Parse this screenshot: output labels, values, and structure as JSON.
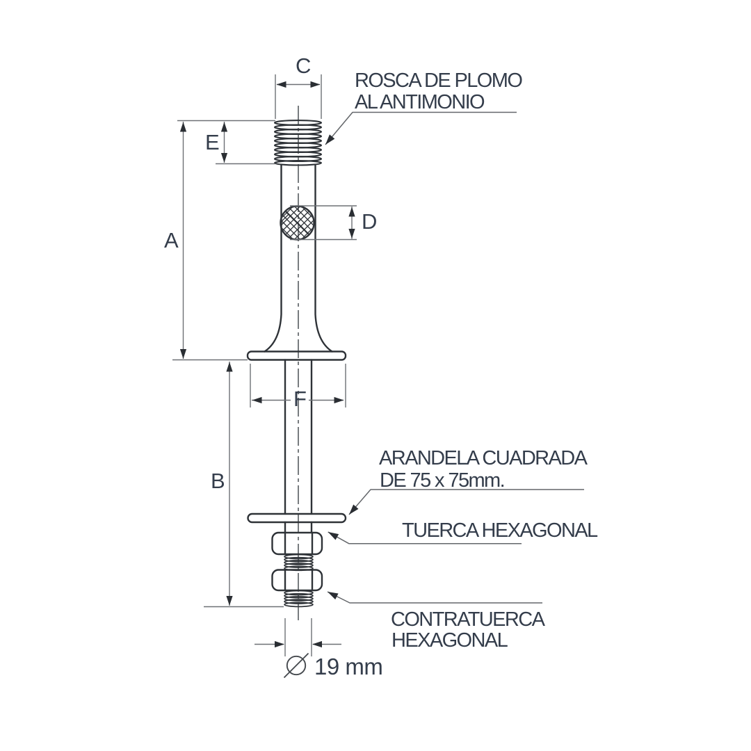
{
  "drawing": {
    "background": "#ffffff",
    "colors": {
      "object_line": "#2e3237",
      "dimension_line": "#6d7075",
      "text": "#343d4b"
    },
    "dim_labels": {
      "A": "A",
      "B": "B",
      "C": "C",
      "D": "D",
      "E": "E",
      "F": "F"
    },
    "diameter": {
      "symbol": "Ø",
      "value": "19 mm",
      "label": "Ø 19 mm"
    },
    "callouts": {
      "rosca": {
        "line1": "ROSCA DE PLOMO",
        "line2": "AL ANTIMONIO"
      },
      "arandela": {
        "line1": "ARANDELA CUADRADA",
        "line2": "DE 75 x 75mm."
      },
      "tuerca": {
        "line1": "TUERCA HEXAGONAL"
      },
      "contratuerca": {
        "line1": "CONTRATUERCA",
        "line2": "HEXAGONAL"
      }
    }
  }
}
